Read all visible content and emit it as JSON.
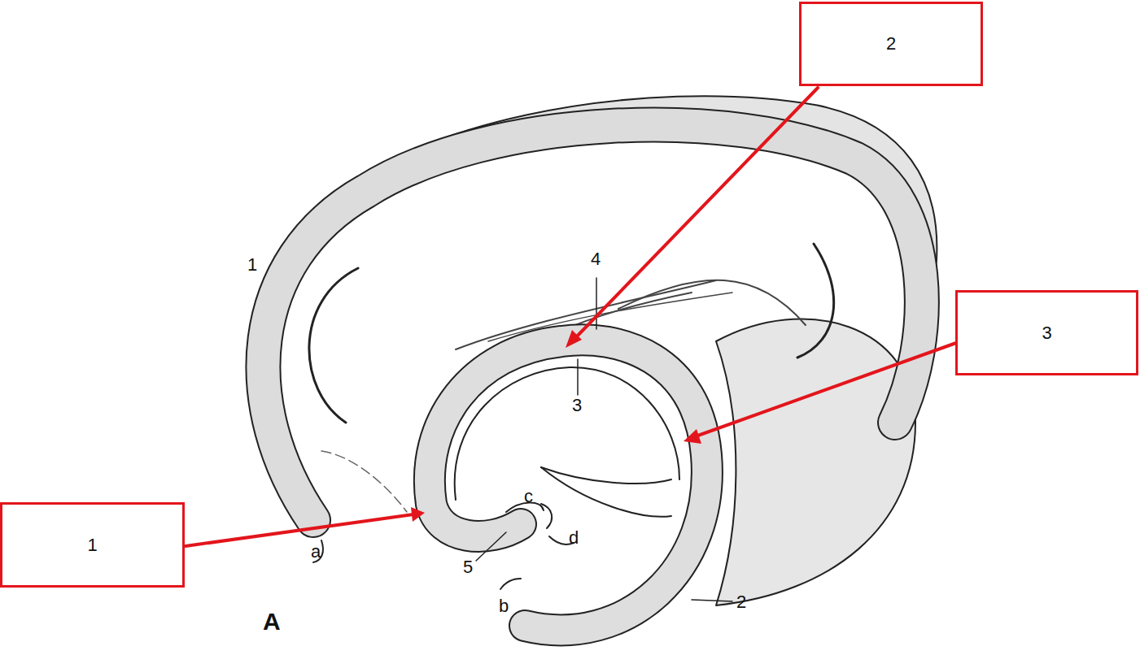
{
  "diagram": {
    "nodes": [
      {
        "text": [
          "2"
        ]
      },
      {
        "text": [
          "3"
        ]
      },
      {
        "text": [
          "1"
        ]
      }
    ],
    "labels": [
      "1",
      "4",
      "3",
      "a",
      "c",
      "d",
      "5",
      "b",
      "2",
      "A"
    ]
  }
}
